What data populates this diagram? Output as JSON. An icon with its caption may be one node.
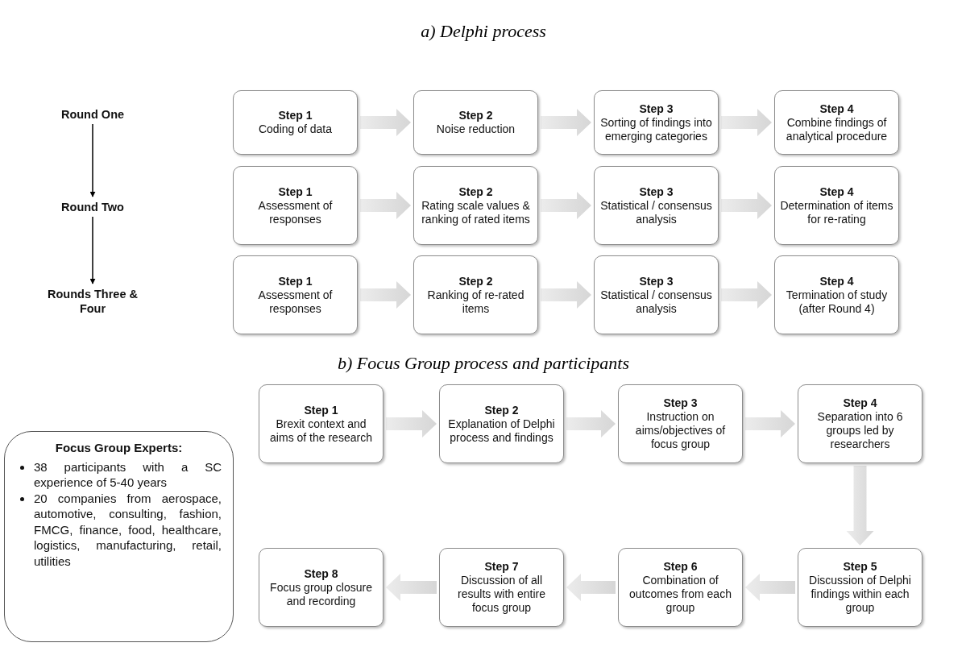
{
  "diagram": {
    "nodes": [
      {
        "text": [
          "Round One"
        ]
      },
      {
        "text": [
          "Round Two"
        ]
      },
      {
        "text": [
          "Rounds Three & Four"
        ]
      },
      {
        "text": [
          "Step 1",
          "Coding of data"
        ]
      },
      {
        "text": [
          "Step 2",
          "Noise reduction"
        ]
      },
      {
        "text": [
          "Step 3",
          "Sorting of findings into emerging categories"
        ]
      },
      {
        "text": [
          "Step 4",
          "Combine findings of analytical procedure"
        ]
      },
      {
        "text": [
          "Step 1",
          "Assessment of responses"
        ]
      },
      {
        "text": [
          "Step 2",
          "Rating scale values & ranking of rated items"
        ]
      },
      {
        "text": [
          "Step 3",
          "Statistical / consensus analysis"
        ]
      },
      {
        "text": [
          "Step 4",
          "Determination of items for re-rating"
        ]
      },
      {
        "text": [
          "Step 1",
          "Assessment of responses"
        ]
      },
      {
        "text": [
          "Step 2",
          "Ranking of re-rated items"
        ]
      },
      {
        "text": [
          "Step 3",
          "Statistical / consensus analysis"
        ]
      },
      {
        "text": [
          "Step 4",
          "Termination of study (after Round 4)"
        ]
      },
      {
        "text": [
          "Focus Group Experts:",
          "38 participants with a SC experience of 5-40 years",
          "20 companies from aerospace, automotive, consulting, fashion, FMCG, finance, food, healthcare, logistics, manufacturing, retail, utilities"
        ]
      },
      {
        "text": [
          "Step 1",
          "Brexit context and aims of the research"
        ]
      },
      {
        "text": [
          "Step 2",
          "Explanation of Delphi process and findings"
        ]
      },
      {
        "text": [
          "Step 3",
          "Instruction on aims/objectives of focus group"
        ]
      },
      {
        "text": [
          "Step 4",
          "Separation into 6 groups led by researchers"
        ]
      },
      {
        "text": [
          "Step 5",
          "Discussion of Delphi findings within each group"
        ]
      },
      {
        "text": [
          "Step 6",
          "Combination of outcomes from each group"
        ]
      },
      {
        "text": [
          "Step 7",
          "Discussion of all results with entire focus group"
        ]
      },
      {
        "text": [
          "Step 8",
          "Focus group closure and recording"
        ]
      }
    ],
    "edges": [
      {
        "from": 0,
        "to": 1,
        "arrow": "to",
        "color": "#000000"
      },
      {
        "from": 1,
        "to": 2,
        "arrow": "to",
        "color": "#000000"
      },
      {
        "from": 3,
        "to": 4,
        "arrow": "to"
      },
      {
        "from": 4,
        "to": 5,
        "arrow": "to"
      },
      {
        "from": 5,
        "to": 6,
        "arrow": "to"
      },
      {
        "from": 7,
        "to": 8,
        "arrow": "to"
      },
      {
        "from": 8,
        "to": 9,
        "arrow": "to"
      },
      {
        "from": 9,
        "to": 10,
        "arrow": "to"
      },
      {
        "from": 11,
        "to": 12,
        "arrow": "to"
      },
      {
        "from": 12,
        "to": 13,
        "arrow": "to"
      },
      {
        "from": 13,
        "to": 14,
        "arrow": "to"
      },
      {
        "from": 16,
        "to": 17,
        "arrow": "to"
      },
      {
        "from": 17,
        "to": 18,
        "arrow": "to"
      },
      {
        "from": 18,
        "to": 19,
        "arrow": "to"
      },
      {
        "from": 19,
        "to": 20,
        "arrow": "to"
      },
      {
        "from": 20,
        "to": 21,
        "arrow": "to"
      },
      {
        "from": 21,
        "to": 22,
        "arrow": "to"
      },
      {
        "from": 22,
        "to": 23,
        "arrow": "to"
      }
    ],
    "labels": [
      "a)  Delphi process",
      "b)  Focus Group process and participants"
    ]
  }
}
